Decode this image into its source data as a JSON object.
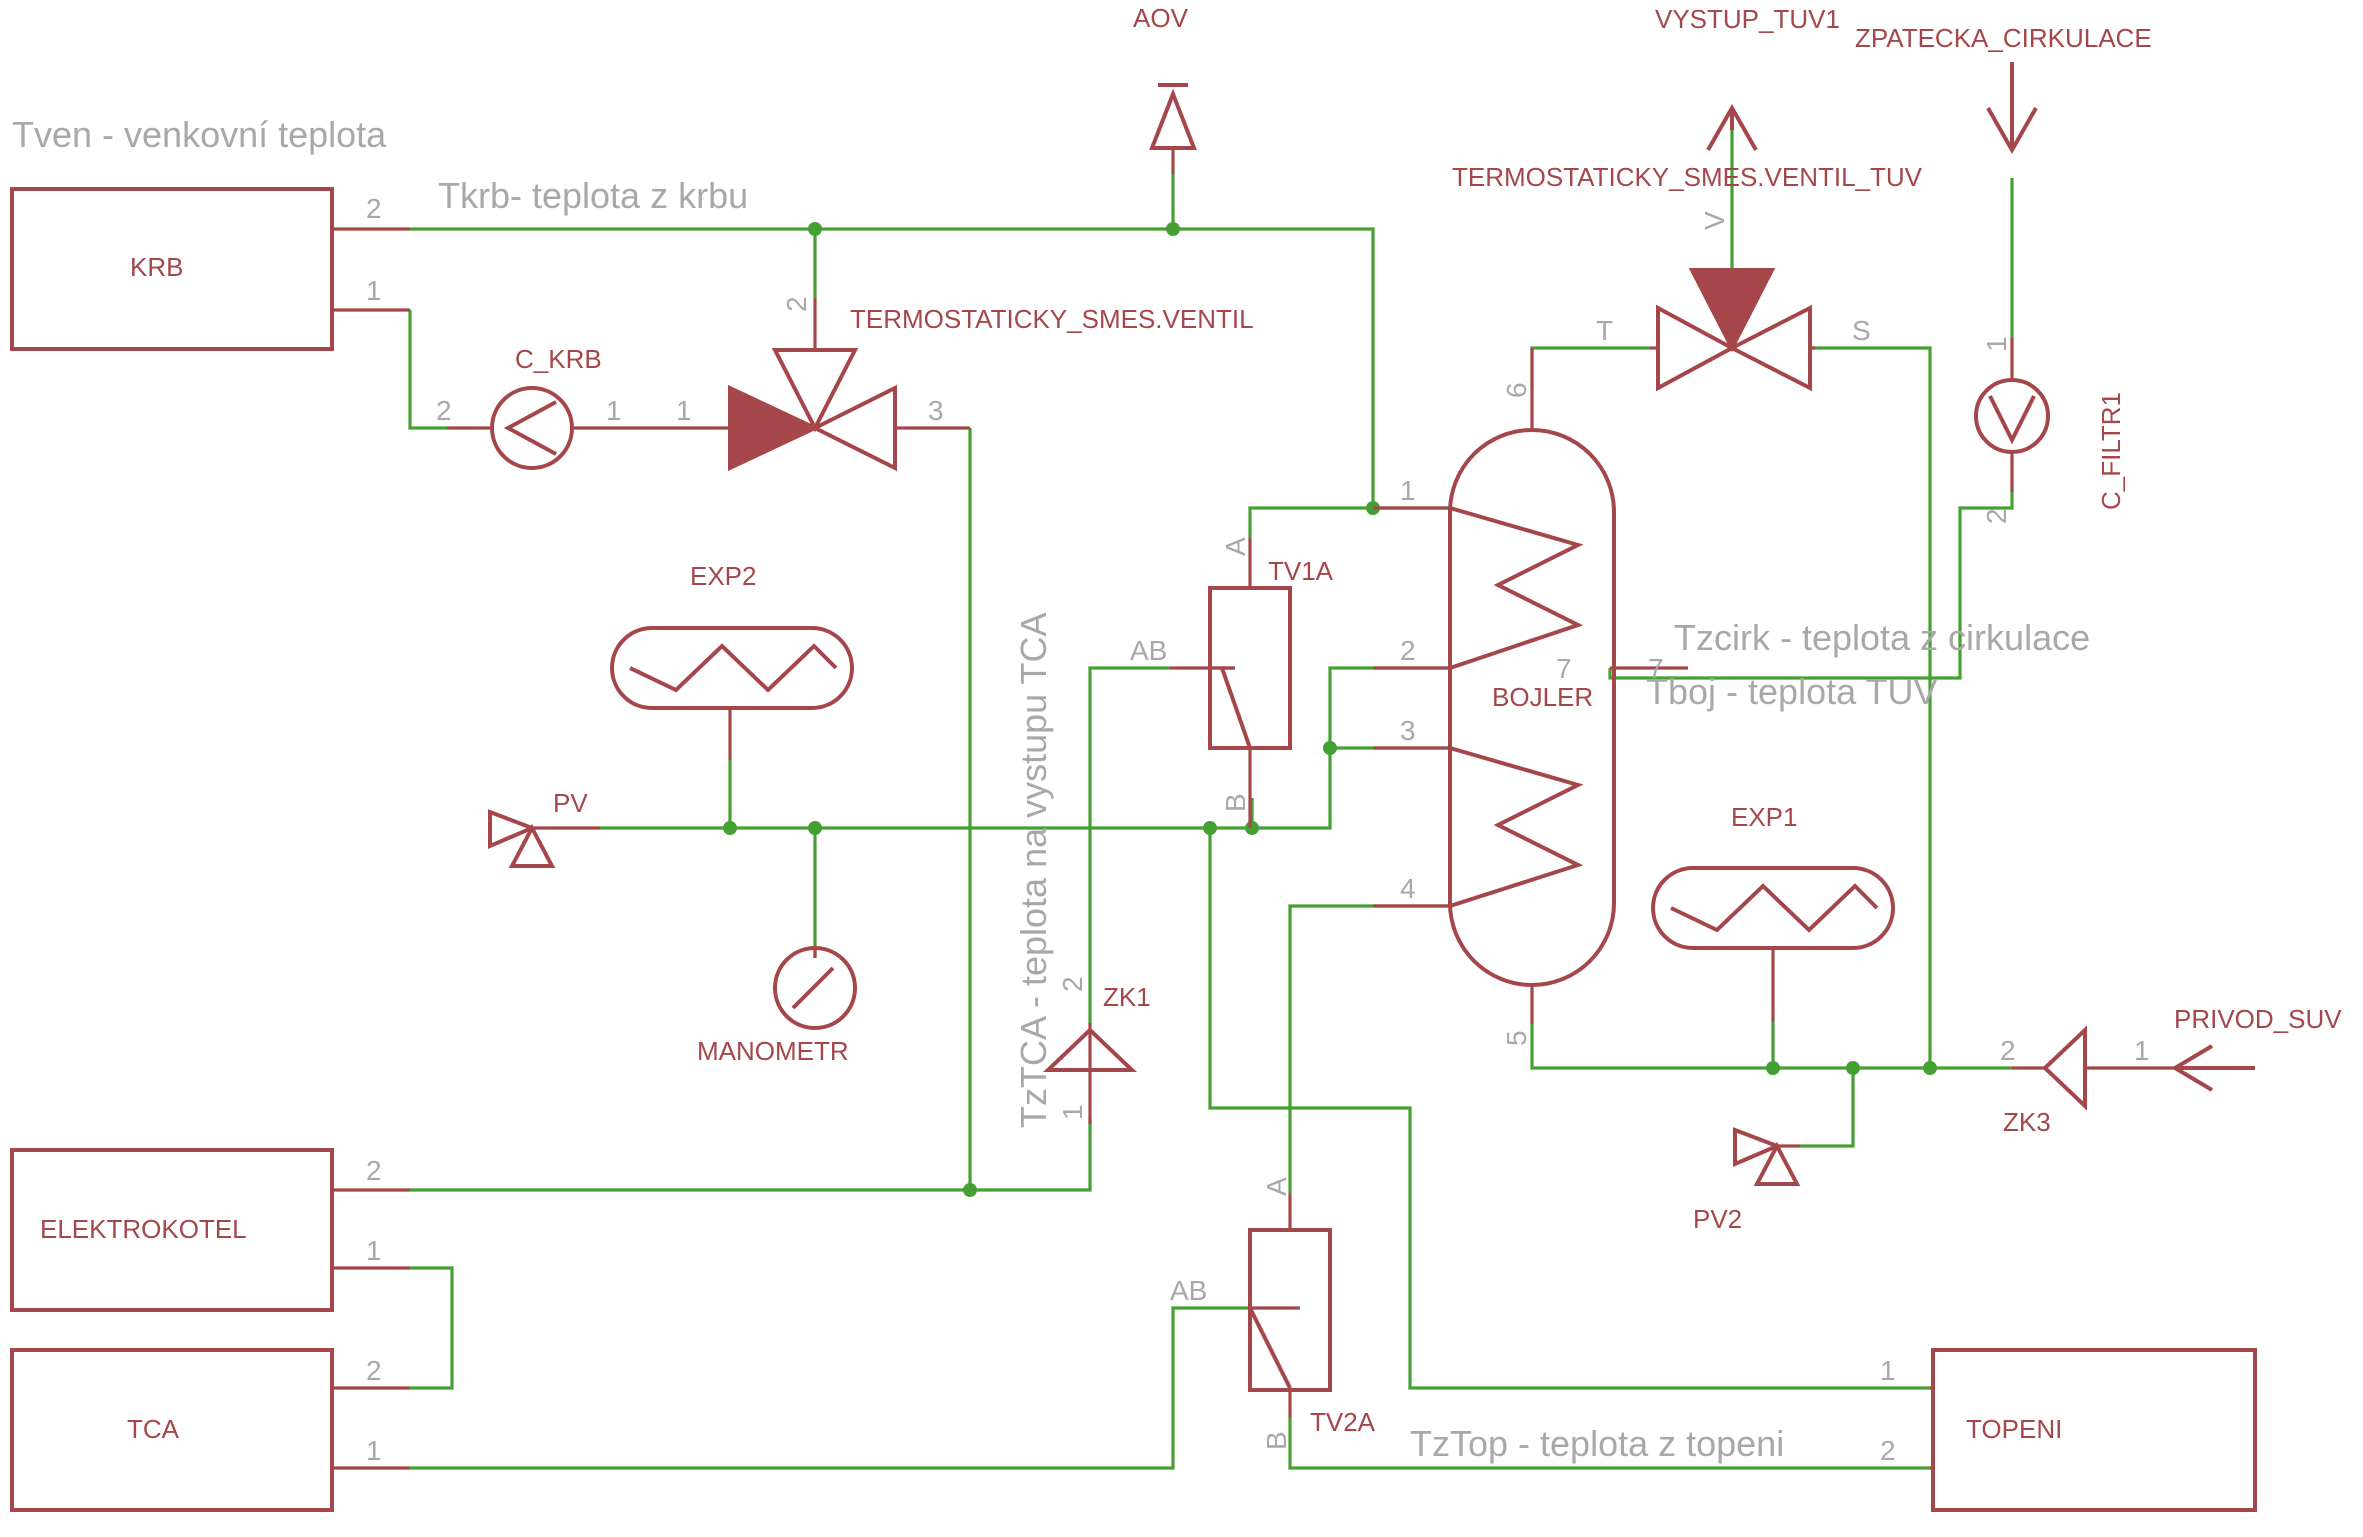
{
  "notes": {
    "tven": "Tven - venkovní teplota",
    "tkrb": "Tkrb- teplota z krbu",
    "tzcirk": "Tzcirk - teplota z cirkulace",
    "tboj": "Tboj - teplota TUV",
    "tztca": "TzTCA - teplota na vystupu TCA",
    "tztop": "TzTop - teplota z topeni"
  },
  "components": {
    "krb": "KRB",
    "elektrokotel": "ELEKTROKOTEL",
    "tca": "TCA",
    "topeni": "TOPENI",
    "bojler": "BOJLER",
    "c_krb": "C_KRB",
    "c_filtr1": "C_FILTR1",
    "exp1": "EXP1",
    "exp2": "EXP2",
    "pv": "PV",
    "pv2": "PV2",
    "manometr": "MANOMETR",
    "zk1": "ZK1",
    "zk3": "ZK3",
    "tv1a": "TV1A",
    "tv2a": "TV2A",
    "aov": "AOV",
    "smes_ventil": "TERMOSTATICKY_SMES.VENTIL",
    "smes_ventil_tuv": "TERMOSTATICKY_SMES.VENTIL_TUV",
    "vystup_tuv1": "VYSTUP_TUV1",
    "zpatecka_cirkulace": "ZPATECKA_CIRKULACE",
    "privod_suv": "PRIVOD_SUV"
  },
  "pins": {
    "krb_2": "2",
    "krb_1": "1",
    "ckrb_2": "2",
    "ckrb_1": "1",
    "valve_1": "1",
    "valve_2": "2",
    "valve_3": "3",
    "elk_2": "2",
    "elk_1": "1",
    "tca_2": "2",
    "tca_1": "1",
    "zk1_2": "2",
    "zk1_1": "1",
    "tv1a_a": "A",
    "tv1a_ab": "AB",
    "tv1a_b": "B",
    "tv2a_a": "A",
    "tv2a_ab": "AB",
    "tv2a_b": "B",
    "boj_1": "1",
    "boj_2": "2",
    "boj_3": "3",
    "boj_4": "4",
    "boj_5": "5",
    "boj_6": "6",
    "boj_7": "7",
    "tuv_t": "T",
    "tuv_s": "S",
    "tuv_v": "V",
    "cf_1": "1",
    "cf_2": "2",
    "zk3_2": "2",
    "zk3_1": "1",
    "top_1": "1",
    "top_2": "2"
  },
  "colors": {
    "wire": "#44a033",
    "symbol": "#a5474a",
    "pin_text": "#a8a8a8"
  }
}
